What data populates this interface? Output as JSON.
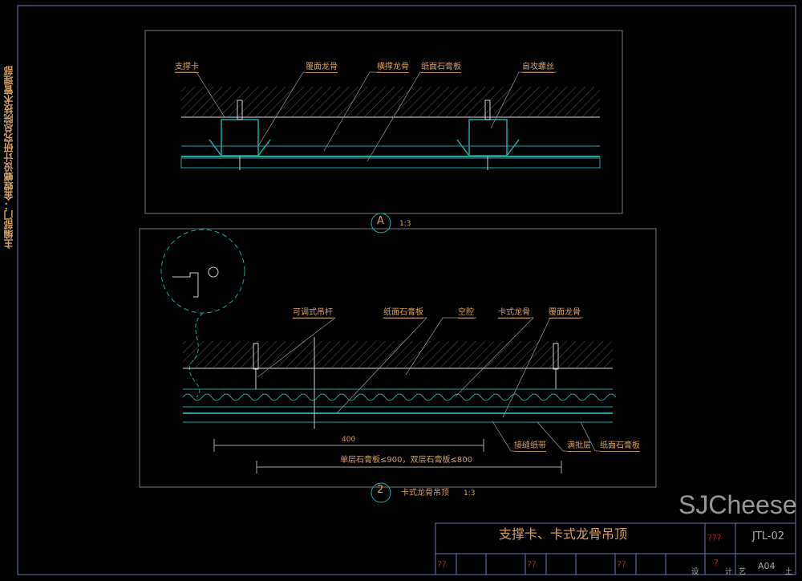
{
  "side_text": "主编部门：金螳螂设计研究总院技术管理部",
  "detail_a": {
    "labels": [
      "支撑卡",
      "覆面龙骨",
      "横撑龙骨",
      "纸面石膏板",
      "自攻螺丝"
    ],
    "marker": "A",
    "scale": "1:3"
  },
  "detail_2": {
    "labels_top": [
      "可调式吊杆",
      "纸面石膏板",
      "空腔",
      "卡式龙骨",
      "覆面龙骨"
    ],
    "labels_bottom": [
      "接缝纸带",
      "满批层",
      "纸面石膏板"
    ],
    "dim_400": "400",
    "dim_note": "单层石膏板≤900，双层石膏板≤800",
    "marker": "2",
    "title": "卡式龙骨吊顶",
    "scale": "1:3"
  },
  "title_block": {
    "title": "支撑卡、卡式龙骨吊顶",
    "code": "JTL-02",
    "unknown": "???",
    "cells": [
      "??",
      "??",
      "??",
      "?"
    ],
    "design": "设",
    "calc": "计",
    "sheet": "A04",
    "a": "艺",
    "b": "土"
  },
  "watermark": "SJCheese",
  "colors": {
    "text": "#d4a060",
    "cyan": "#1fa5a5",
    "frame": "#6a78b0"
  }
}
